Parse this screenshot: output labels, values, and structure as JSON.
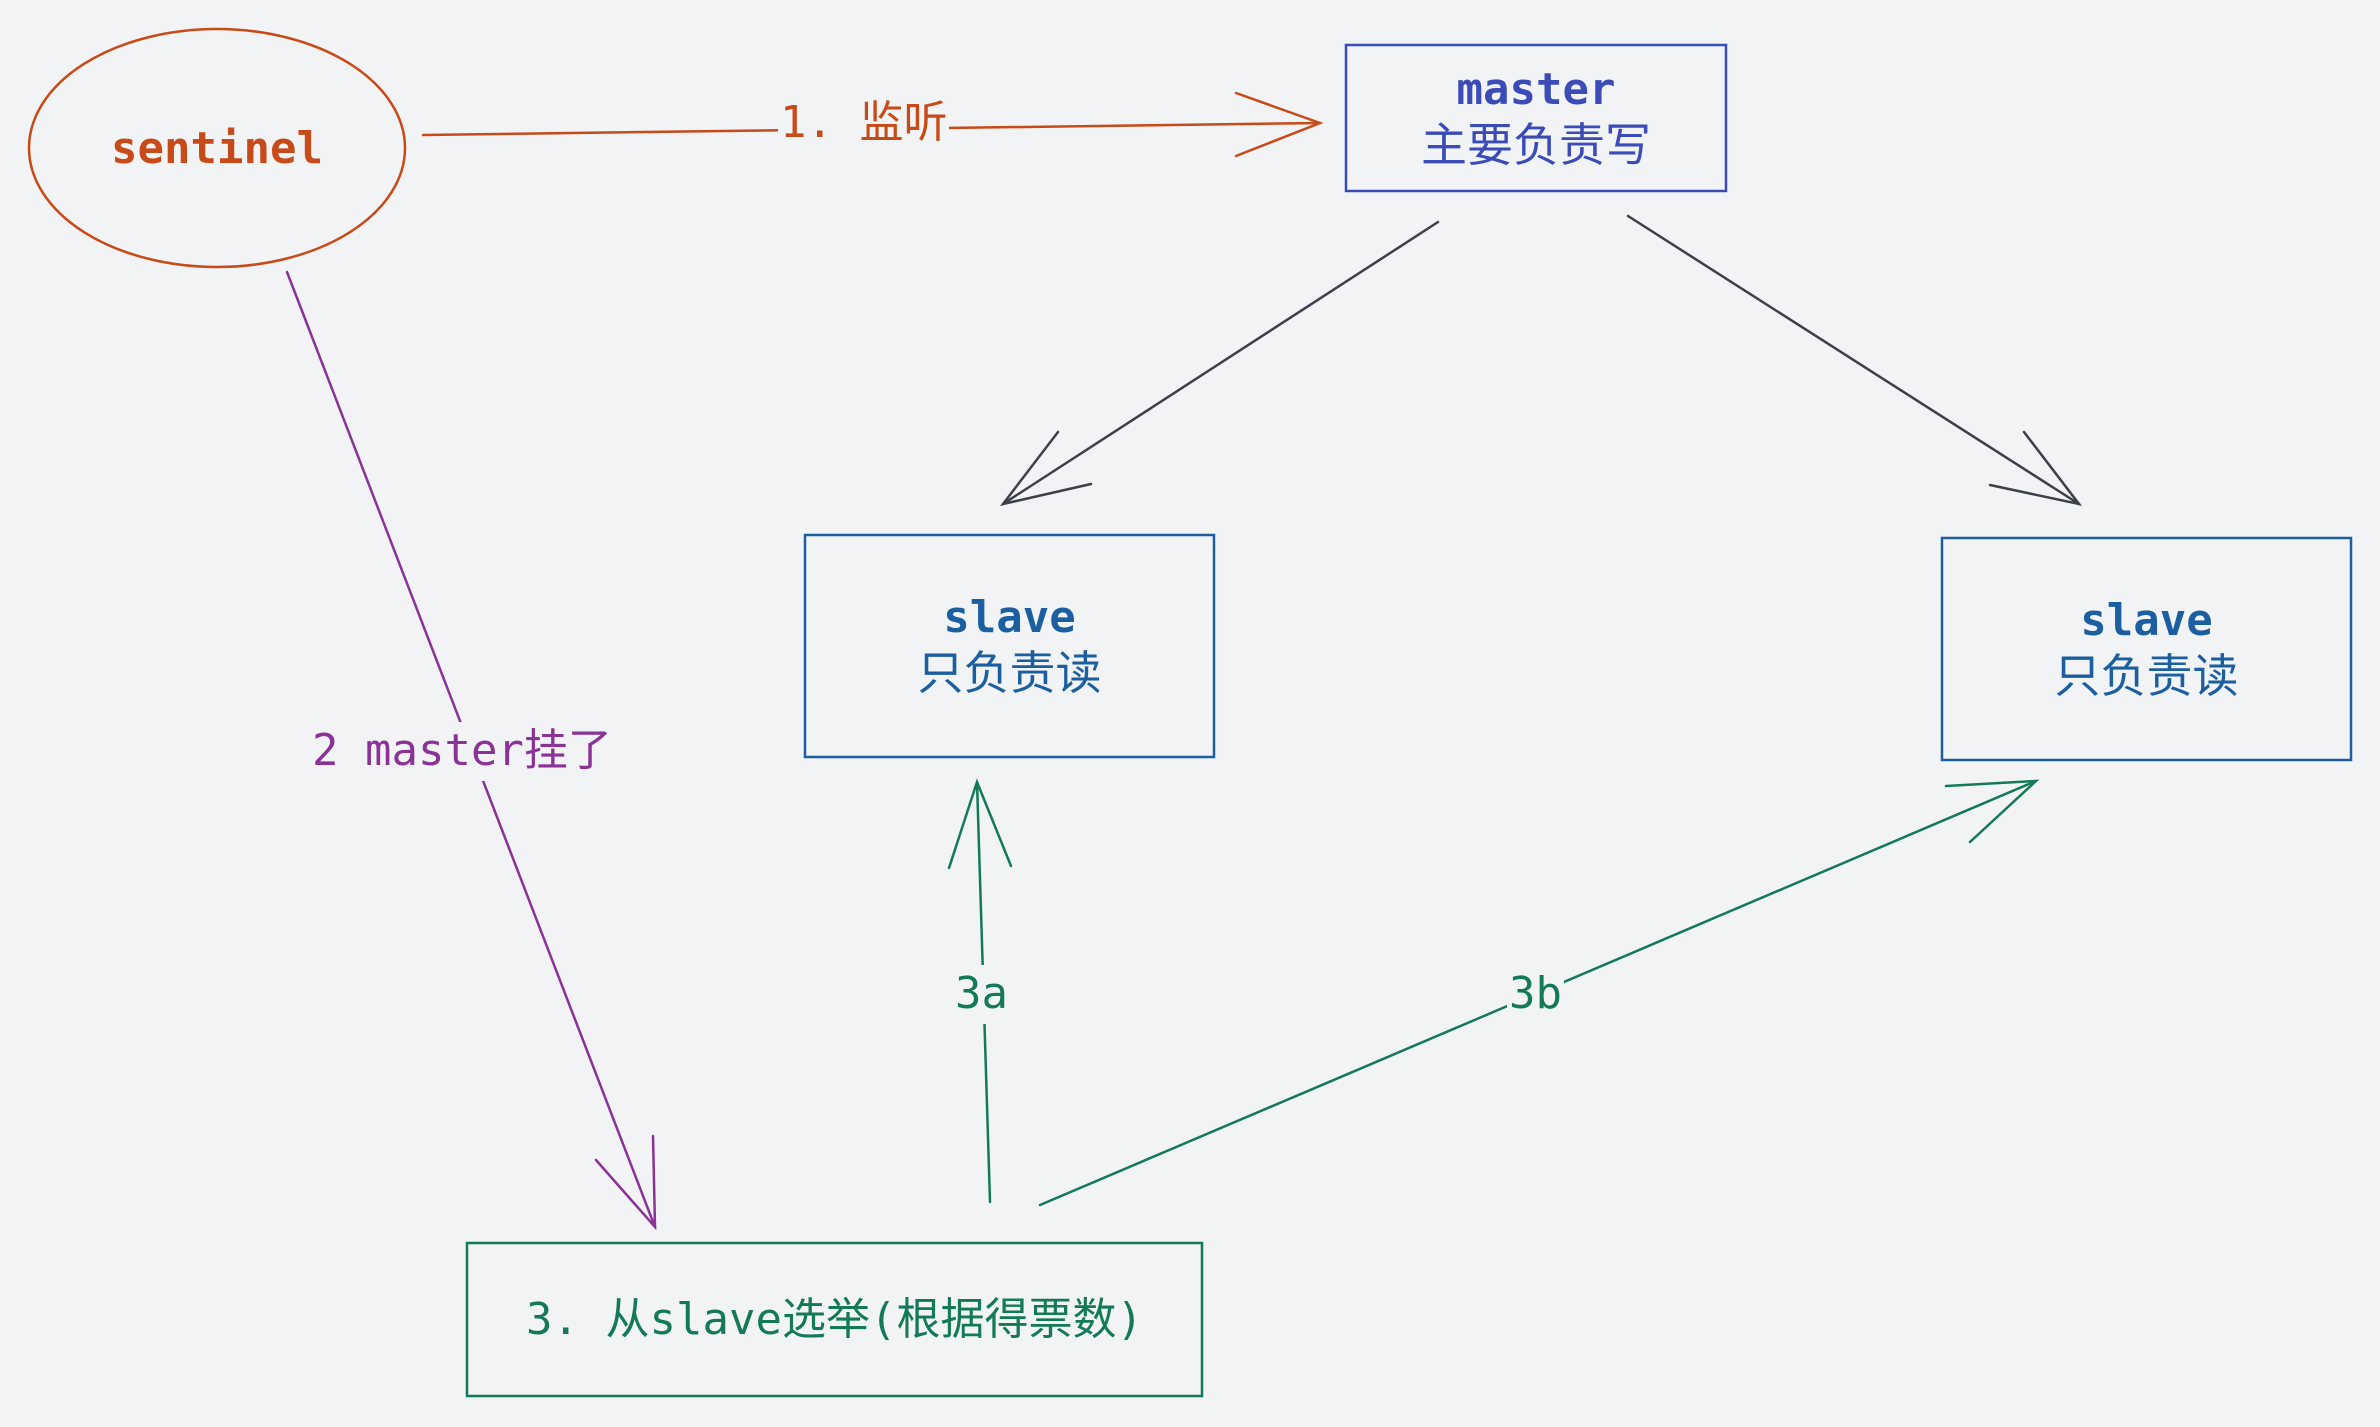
{
  "nodes": {
    "sentinel": {
      "label": "sentinel",
      "color": "#c84a18"
    },
    "master": {
      "title": "master",
      "subtitle": "主要负责写",
      "color": "#3b4cb8"
    },
    "slave_left": {
      "title": "slave",
      "subtitle": "只负责读",
      "color": "#1c5fa0"
    },
    "slave_right": {
      "title": "slave",
      "subtitle": "只负责读",
      "color": "#1c5fa0"
    },
    "election": {
      "label": "3. 从slave选举(根据得票数)",
      "color": "#137a55"
    }
  },
  "edges": {
    "monitor": {
      "label": "1. 监听",
      "color": "#c84a18"
    },
    "master_down": {
      "label": "2 master挂了",
      "color": "#8a3296"
    },
    "replicate_left": {
      "color": "#3c4048"
    },
    "replicate_right": {
      "color": "#3c4048"
    },
    "promote_a": {
      "label": "3a",
      "color": "#137a55"
    },
    "promote_b": {
      "label": "3b",
      "color": "#137a55"
    }
  }
}
